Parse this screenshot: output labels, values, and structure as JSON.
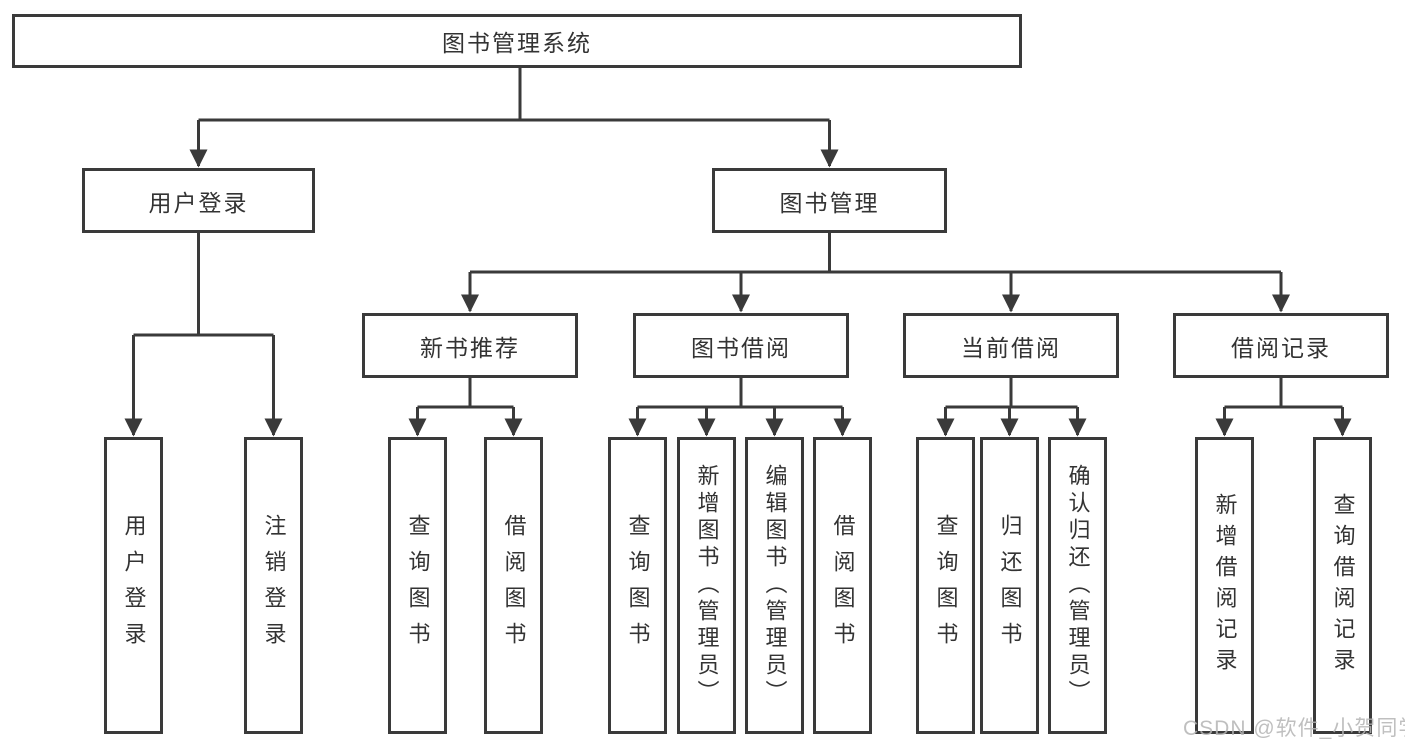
{
  "diagram": {
    "colors": {
      "line": "#3a3a3a",
      "text": "#333333",
      "box_background": "#ffffff",
      "background": "#ffffff",
      "watermark": "#b5b5b5"
    },
    "nodes": {
      "root": {
        "label": "图书管理系统"
      },
      "login": {
        "label": "用户登录"
      },
      "mgmt": {
        "label": "图书管理"
      },
      "rec": {
        "label": "新书推荐"
      },
      "borrow": {
        "label": "图书借阅"
      },
      "current": {
        "label": "当前借阅"
      },
      "records": {
        "label": "借阅记录"
      },
      "login_user": {
        "label": "用户登录"
      },
      "login_logout": {
        "label": "注销登录"
      },
      "rec_query": {
        "label": "查询图书"
      },
      "rec_borrow": {
        "label": "借阅图书"
      },
      "borrow_query": {
        "label": "查询图书"
      },
      "borrow_add": {
        "label": "新增图书（管理员）"
      },
      "borrow_edit": {
        "label": "编辑图书（管理员）"
      },
      "borrow_do": {
        "label": "借阅图书"
      },
      "cur_query": {
        "label": "查询图书"
      },
      "cur_return": {
        "label": "归还图书"
      },
      "cur_confirm": {
        "label": "确认归还（管理员）"
      },
      "records_add": {
        "label": "新增借阅记录"
      },
      "records_query": {
        "label": "查询借阅记录"
      }
    },
    "watermark": "CSDN @软件_小贺同学"
  }
}
